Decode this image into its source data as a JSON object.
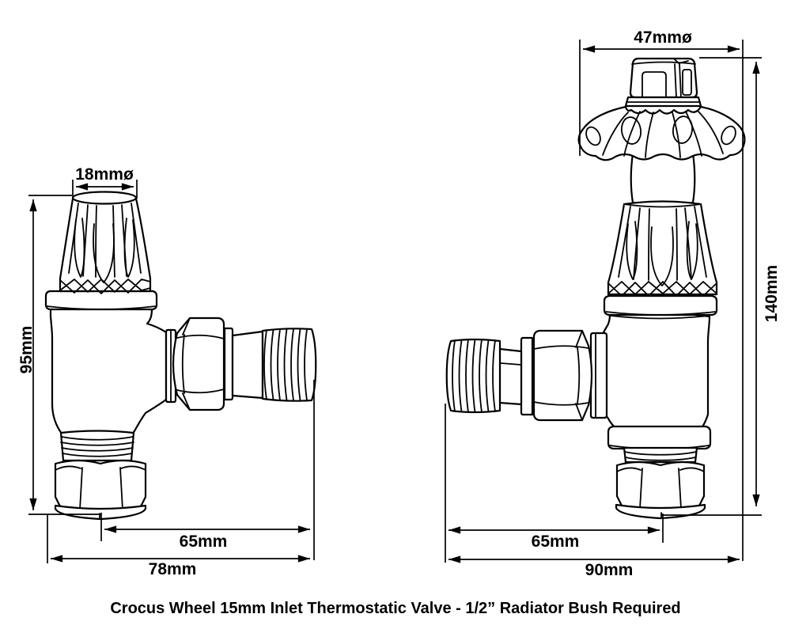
{
  "diagram": {
    "caption": "Crocus Wheel 15mm Inlet Thermostatic Valve - 1/2” Radiator Bush Required",
    "colors": {
      "line": "#000000",
      "background": "#ffffff"
    },
    "left_valve": {
      "labels": {
        "knob_diameter": "18mmø",
        "height": "95mm",
        "center_to_outlet": "65mm",
        "overall_width": "78mm"
      }
    },
    "right_valve": {
      "labels": {
        "wheel_diameter": "47mmø",
        "height": "140mm",
        "center_to_outlet": "65mm",
        "overall_width": "90mm"
      }
    }
  }
}
